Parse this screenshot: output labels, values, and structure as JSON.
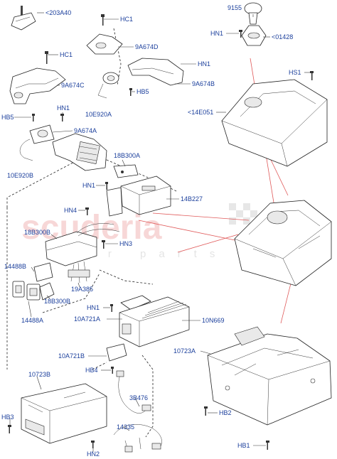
{
  "watermark": {
    "brand": "scuderia",
    "sub": "car parts"
  },
  "labels": [
    "<203A40",
    "HC1",
    "HC1",
    "9A674D",
    "HN1",
    "9A674C",
    "9A674B",
    "HB5",
    "10E920A",
    "HN1",
    "HB5",
    "9A674A",
    "10E920B",
    "18B300A",
    "HN1",
    "14B227",
    "HN4",
    "18B300B",
    "HN3",
    "14488B",
    "19A385",
    "18B300B",
    "14488A",
    "HN1",
    "10A721A",
    "10N669",
    "10723A",
    "10A721B",
    "HB4",
    "10723B",
    "3B476",
    "HB3",
    "14335",
    "HN2",
    "HB2",
    "HB1",
    "9155",
    "HN1",
    "<01428",
    "HS1",
    "<14E051"
  ]
}
